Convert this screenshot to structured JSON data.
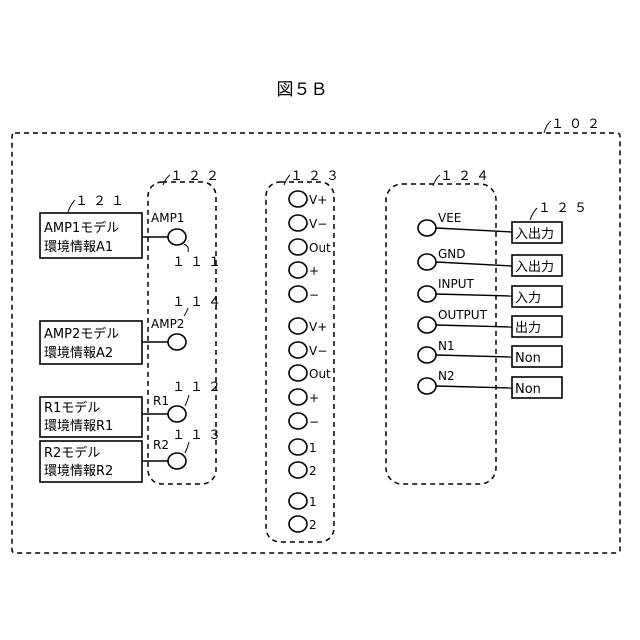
{
  "figure": {
    "title": "図５Ｂ"
  },
  "refs": {
    "r102": "１０２",
    "r121": "１２１",
    "r122": "１２２",
    "r123": "１２３",
    "r124": "１２４",
    "r125": "１２５",
    "r111": "１１１",
    "r114": "１１４",
    "r112": "１１２",
    "r113": "１１３"
  },
  "models": [
    {
      "line1": "AMP1モデル",
      "line2": "環境情報A1"
    },
    {
      "line1": "AMP2モデル",
      "line2": "環境情報A2"
    },
    {
      "line1": "R1モデル",
      "line2": "環境情報R1"
    },
    {
      "line1": "R2モデル",
      "line2": "環境情報R2"
    }
  ],
  "components": [
    "AMP1",
    "AMP2",
    "R1",
    "R2"
  ],
  "pins": [
    "V+",
    "V−",
    "Out",
    "+",
    "−",
    "V+",
    "V−",
    "Out",
    "+",
    "−",
    "1",
    "2",
    "1",
    "2"
  ],
  "ports": [
    "VEE",
    "GND",
    "INPUT",
    "OUTPUT",
    "N1",
    "N2"
  ],
  "port_types": [
    "入出力",
    "入出力",
    "入力",
    "出力",
    "Non",
    "Non"
  ]
}
